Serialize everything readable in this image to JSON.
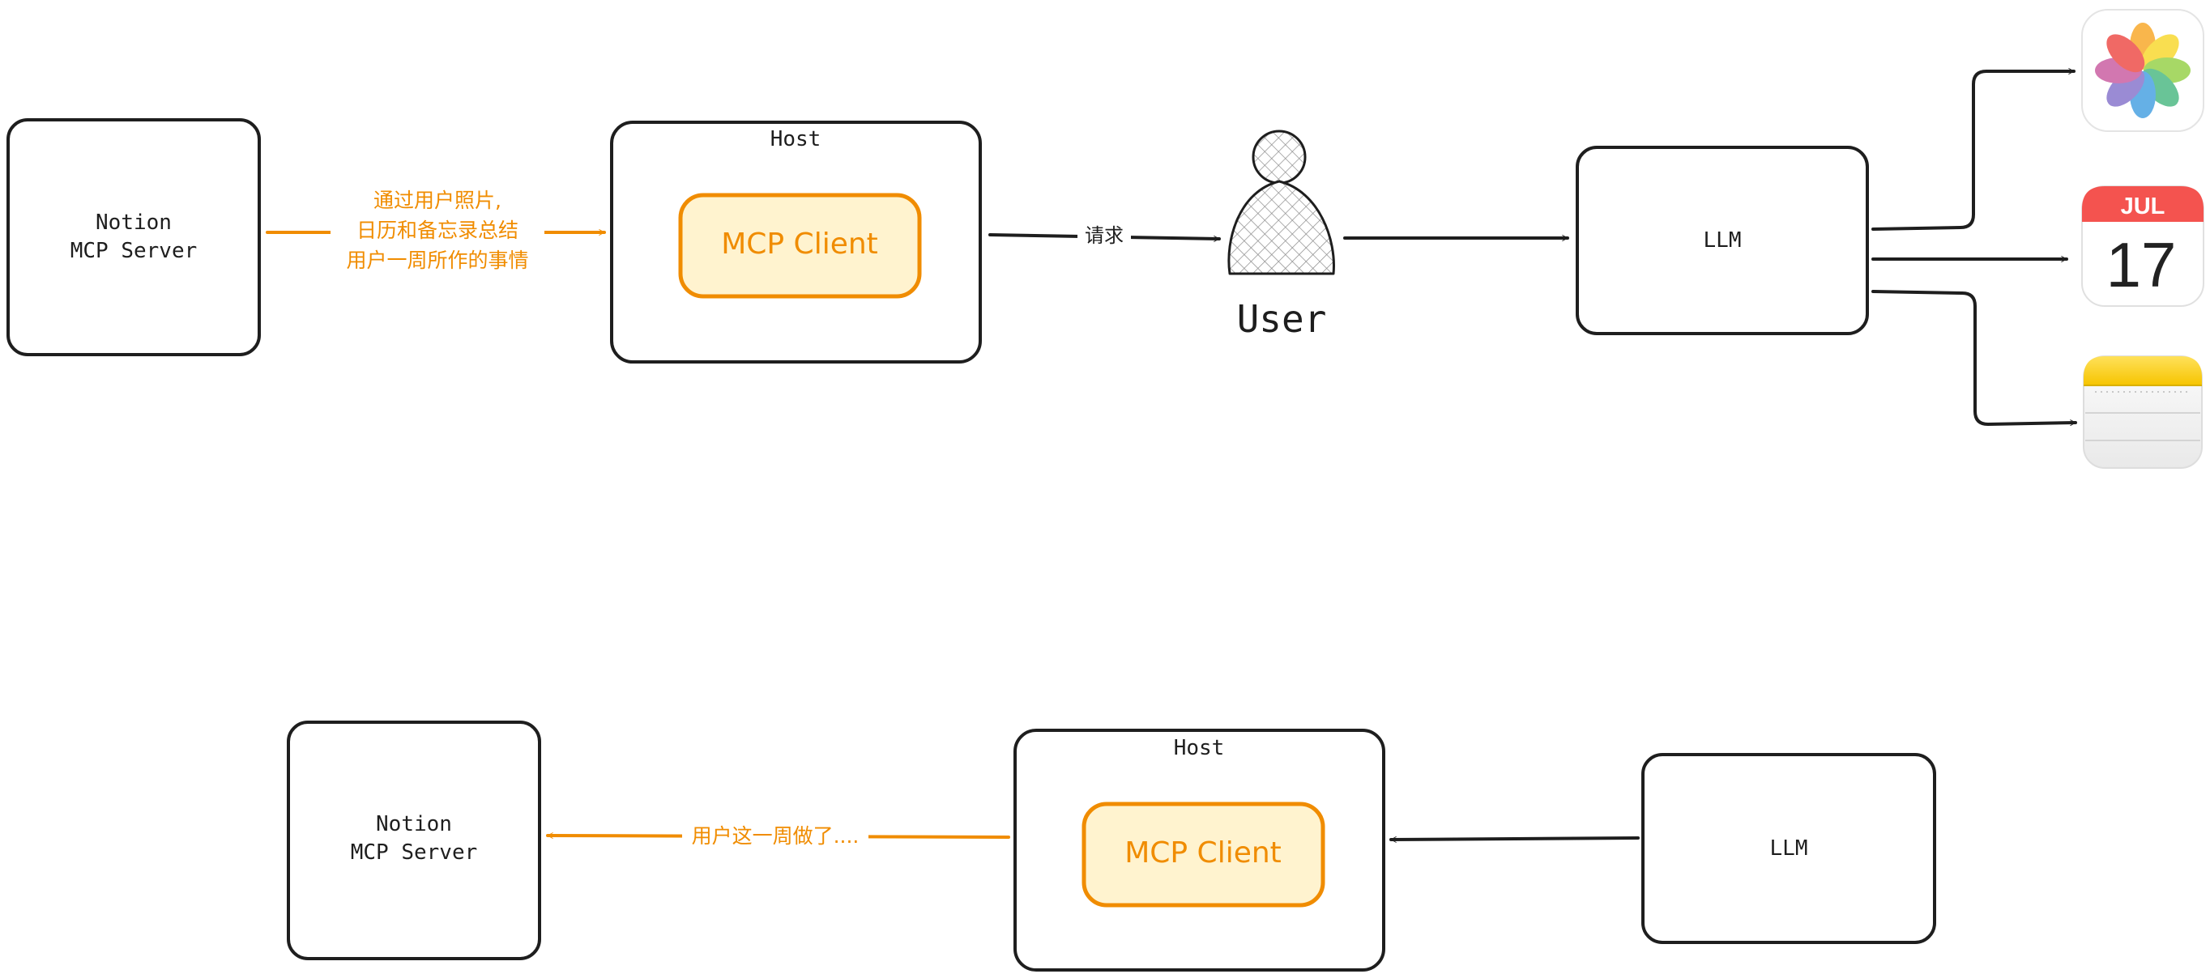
{
  "top_row": {
    "notion_server": {
      "line1": "Notion",
      "line2": "MCP Server"
    },
    "request_label": {
      "line1": "通过用户照片,",
      "line2": "日历和备忘录总结",
      "line3": "用户一周所作的事情"
    },
    "host": {
      "title": "Host",
      "client": "MCP Client"
    },
    "user_edge_label": "请求",
    "user": {
      "label": "User"
    },
    "llm": {
      "label": "LLM"
    },
    "apps": {
      "photos": {
        "icon": "photos-app-icon"
      },
      "calendar": {
        "icon": "calendar-app-icon",
        "month": "JUL",
        "day": "17"
      },
      "notes": {
        "icon": "notes-app-icon"
      }
    }
  },
  "bottom_row": {
    "notion_server": {
      "line1": "Notion",
      "line2": "MCP Server"
    },
    "response_label": "用户这一周做了....",
    "host": {
      "title": "Host",
      "client": "MCP Client"
    },
    "llm": {
      "label": "LLM"
    }
  },
  "colors": {
    "stroke": "#1e1e1e",
    "accent": "#f08c00",
    "client_fill": "#fff3cf",
    "calendar_red": "#f4534f"
  }
}
